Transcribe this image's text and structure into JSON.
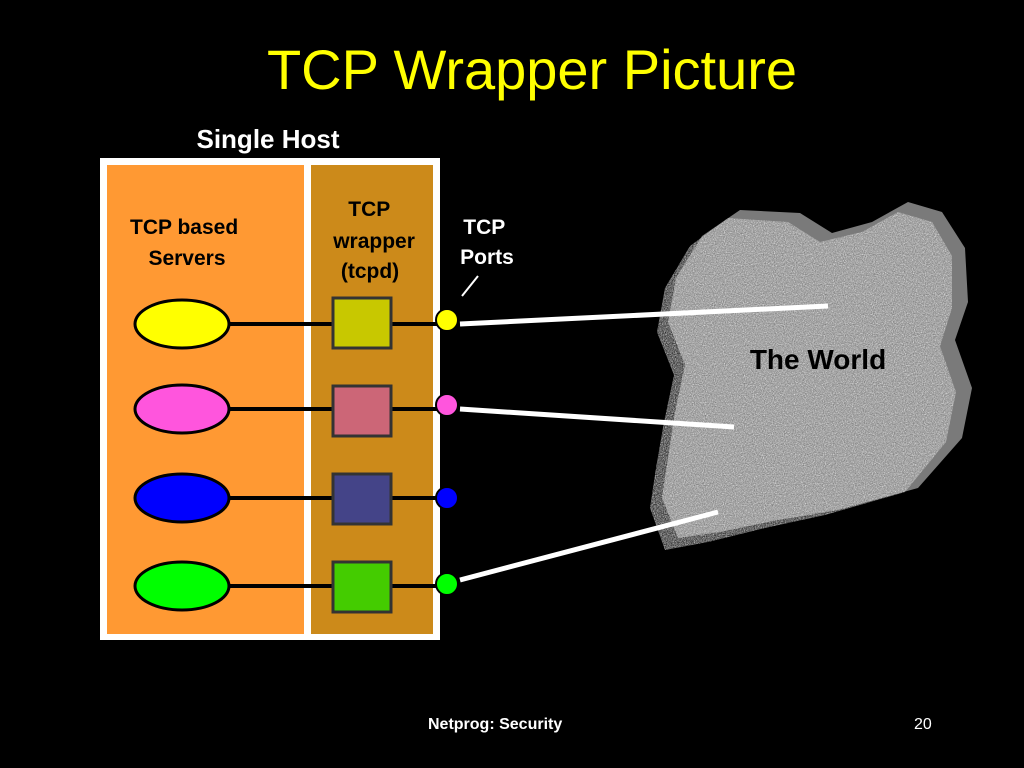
{
  "slide": {
    "title": "TCP Wrapper Picture",
    "footer_text": "Netprog:  Security",
    "page_number": "20"
  },
  "diagram": {
    "host_label": "Single Host",
    "servers_label": [
      "TCP based",
      "Servers"
    ],
    "wrapper_label": [
      "TCP",
      "wrapper",
      "(tcpd)"
    ],
    "ports_label": [
      "TCP",
      "Ports"
    ],
    "world_label": "The World",
    "colors": {
      "servers_area": "#ff9933",
      "wrapper_area": "#cc8a1a",
      "server_yellow": "#ffff00",
      "server_pink": "#ff55dd",
      "server_blue": "#0000ff",
      "server_green": "#00ff00",
      "wrapper_olive": "#c8c800",
      "wrapper_rose": "#cc6677",
      "wrapper_navy": "#444488",
      "wrapper_green": "#44cc00",
      "title": "#ffff00"
    }
  }
}
